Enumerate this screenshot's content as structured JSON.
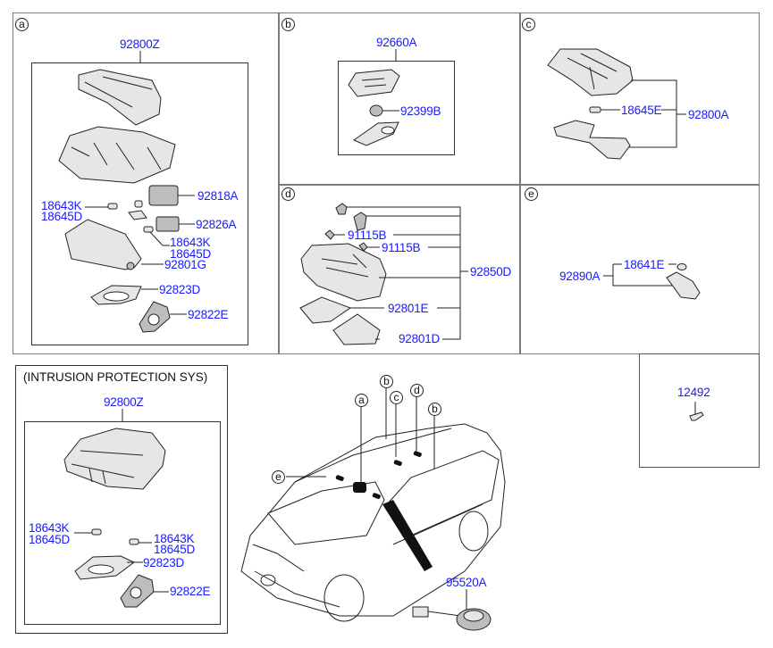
{
  "diagram": {
    "sections": {
      "a": {
        "badge": "a",
        "assembly": "92800Z",
        "labels": {
          "bulb_left_1": "18643K",
          "bulb_left_2": "18645D",
          "switch": "92818A",
          "cover_small": "92826A",
          "bulb_right_1": "18643K",
          "bulb_right_2": "18645D",
          "housing": "92801G",
          "lens_frame": "92823D",
          "lens": "92822E"
        }
      },
      "b": {
        "badge": "b",
        "assembly": "92660A",
        "labels": {
          "bulb": "92399B"
        }
      },
      "c": {
        "badge": "c",
        "assembly": "92800A",
        "labels": {
          "bulb": "18645E"
        }
      },
      "d": {
        "badge": "d",
        "assembly": "92850D",
        "labels": {
          "bulb_1": "91115B",
          "bulb_2": "91115B",
          "lens_1": "92801E",
          "lens_2": "92801D"
        }
      },
      "e": {
        "badge": "e",
        "assembly": "92890A",
        "labels": {
          "bulb": "18641E"
        }
      },
      "intrusion": {
        "title": "(INTRUSION PROTECTION SYS)",
        "assembly": "92800Z",
        "labels": {
          "bulb_left_1": "18643K",
          "bulb_left_2": "18645D",
          "bulb_right_1": "18643K",
          "bulb_right_2": "18645D",
          "lens_frame": "92823D",
          "lens": "92822E"
        }
      },
      "screw": {
        "part": "12492"
      },
      "vehicle": {
        "callouts": [
          "a",
          "b",
          "c",
          "d",
          "b",
          "e"
        ],
        "siren_part": "95520A"
      }
    },
    "colors": {
      "part_number": "#1a1aff",
      "frame": "#7a7a7a",
      "line": "#222222"
    }
  }
}
